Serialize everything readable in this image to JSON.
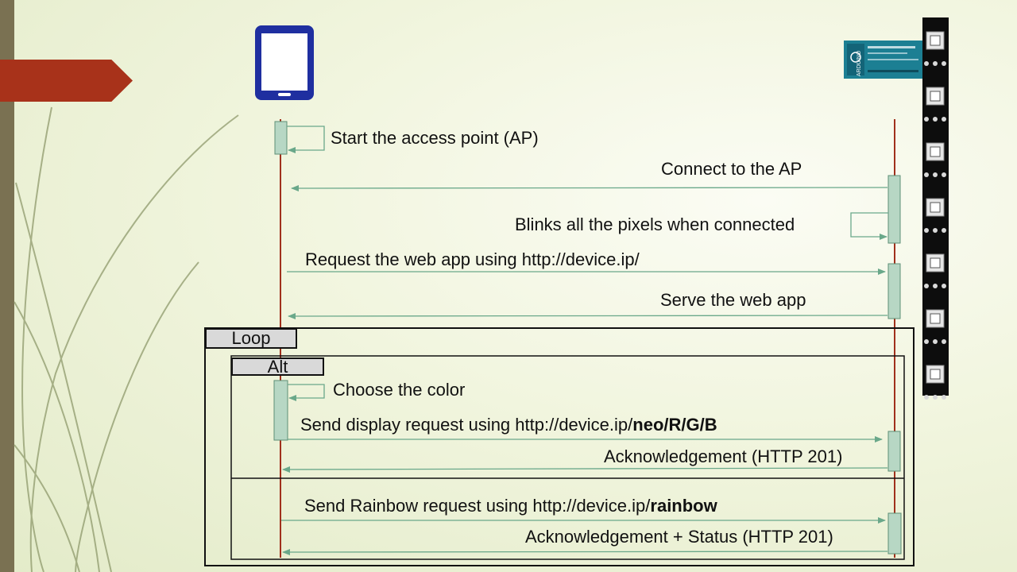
{
  "participants": {
    "phone": "tablet-icon",
    "device": "arduino-neopixel-device",
    "arduino_board_text": "ARDUINO"
  },
  "frames": {
    "loop_label": "Loop",
    "alt_label": "Alt"
  },
  "messages": {
    "start_ap": "Start the access point (AP)",
    "connect_ap": "Connect to the AP",
    "blink_pixels": "Blinks all the pixels when connected",
    "request_app": "Request the web app using http://device.ip/",
    "serve_app": "Serve the web app",
    "choose_color": "Choose the color",
    "display_prefix": "Send display request using http://device.ip/",
    "display_bold": "neo/R/G/B",
    "ack_display": "Acknowledgement (HTTP 201)",
    "rainbow_prefix": "Send Rainbow request using http://device.ip/",
    "rainbow_bold": "rainbow",
    "ack_rainbow": "Acknowledgement + Status (HTTP 201)"
  },
  "colors": {
    "lifeline": "#a0301c",
    "arrow": "#6aa88a",
    "activation_fill": "#b7d7c4",
    "activation_stroke": "#5e8f76",
    "sidebar": "#7a7152",
    "title_arrow": "#a8321a",
    "tablet": "#1f2fa0"
  }
}
